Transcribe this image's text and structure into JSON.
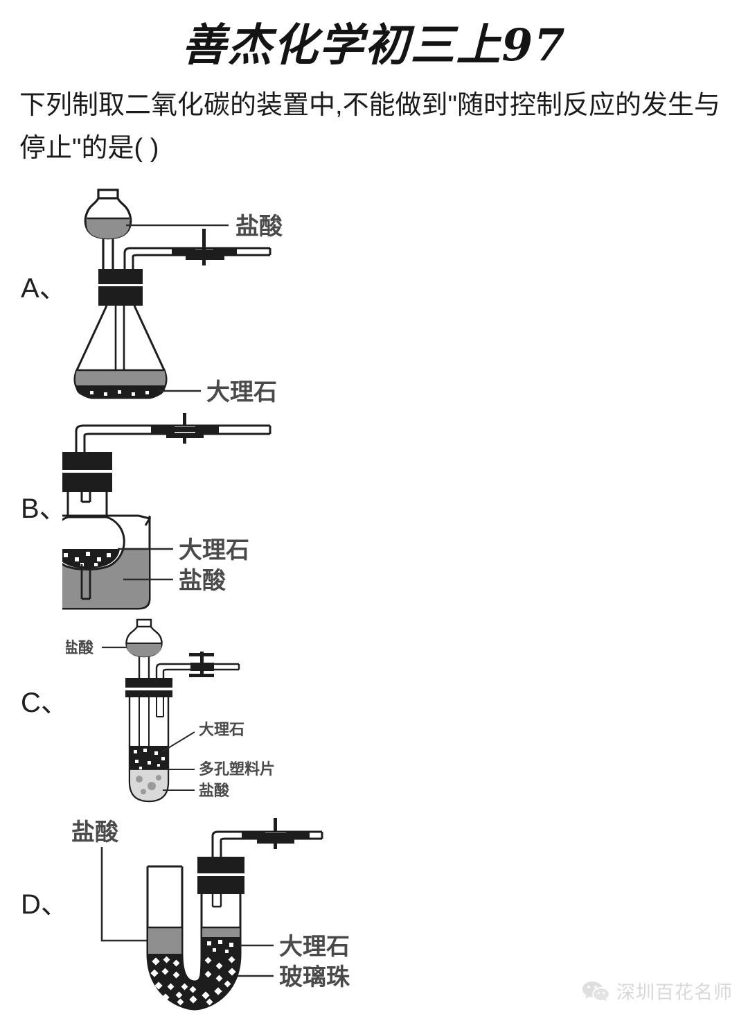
{
  "header": {
    "title": "善杰化学初三上97"
  },
  "question": {
    "stem": "下列制取二氧化碳的装置中,不能做到\"随时控制反应的发生与停止\"的是(  )"
  },
  "options": [
    {
      "letter": "A、",
      "name": "conical-flask-with-dropping-funnel",
      "labels": {
        "acid": "盐酸",
        "marble": "大理石"
      }
    },
    {
      "letter": "B、",
      "name": "beaker-with-round-bottom-vessel",
      "labels": {
        "marble": "大理石",
        "acid": "盐酸"
      }
    },
    {
      "letter": "C、",
      "name": "test-tube-with-porous-plate",
      "labels": {
        "acid_top": "盐酸",
        "marble": "大理石",
        "porous_plate": "多孔塑料片",
        "acid_bottom": "盐酸"
      }
    },
    {
      "letter": "D、",
      "name": "u-tube-with-glass-beads",
      "labels": {
        "acid": "盐酸",
        "marble": "大理石",
        "glass_beads": "玻璃珠"
      }
    }
  ],
  "watermark": {
    "icon": "wechat-icon",
    "text": "深圳百花名师"
  },
  "colors": {
    "ink": "#1a1a1a",
    "liquid_gray": "#8f8f8f",
    "solid_black": "#1d1d1d",
    "label_gray": "#4a4a4a",
    "watermark_gray": "#b9b9b9"
  }
}
